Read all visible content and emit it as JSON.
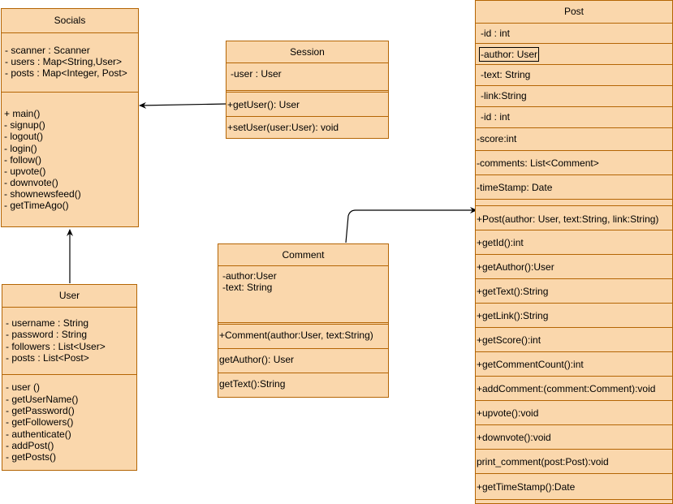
{
  "classes": {
    "socials": {
      "name": "Socials",
      "attributes": [
        "- scanner : Scanner",
        "- users : Map<String,User>",
        "- posts : Map<Integer, Post>"
      ],
      "methods": [
        "+ main()",
        "- signup()",
        "- logout()",
        "- login()",
        "- follow()",
        "- upvote()",
        "- downvote()",
        "- shownewsfeed()",
        "- getTimeAgo()"
      ]
    },
    "session": {
      "name": "Session",
      "attributes": [
        "-user : User"
      ],
      "methods": [
        "+getUser(): User",
        "+setUser(user:User): void"
      ]
    },
    "user": {
      "name": "User",
      "attributes": [
        "- username : String",
        "- password : String",
        "- followers : List<User>",
        "- posts : List<Post>"
      ],
      "methods": [
        "- user ()",
        "- getUserName()",
        "- getPassword()",
        "- getFollowers()",
        "- authenticate()",
        "- addPost()",
        "- getPosts()"
      ]
    },
    "comment": {
      "name": "Comment",
      "attributes": [
        "-author:User",
        "-text: String"
      ],
      "methods": [
        "+Comment(author:User, text:String)",
        "getAuthor(): User",
        "getText():String"
      ]
    },
    "post": {
      "name": "Post",
      "attributes": [
        "-id : int",
        "-author: User",
        "-text: String",
        "-link:String",
        "-id : int",
        "-score:int",
        "-comments: List<Comment>",
        "-timeStamp: Date"
      ],
      "methods": [
        "+Post(author: User, text:String, link:String)",
        "+getId():int",
        "+getAuthor():User",
        "+getText():String",
        "+getLink():String",
        "+getScore():int",
        "+getCommentCount():int",
        "+addComment:(comment:Comment):void",
        "+upvote():void",
        "+downvote():void",
        "print_comment(post:Post):void",
        "+getTimeStamp():Date"
      ]
    }
  },
  "colors": {
    "fill": "#fad7ac",
    "stroke": "#b46504",
    "line": "#000000"
  }
}
